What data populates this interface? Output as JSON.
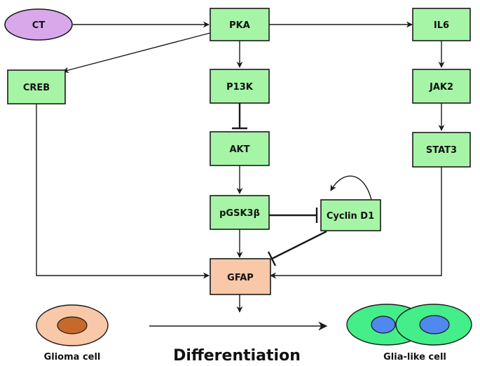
{
  "nodes": {
    "ct": "CT",
    "pka": "PKA",
    "il6": "IL6",
    "creb": "CREB",
    "p13k": "P13K",
    "jak2": "JAK2",
    "akt": "AKT",
    "stat3": "STAT3",
    "pgsk3b": "pGSK3β",
    "cyclin_d1": "Cyclin D1",
    "gfap": "GFAP"
  },
  "cells": {
    "glioma_label": "Glioma cell",
    "glia_like_label": "Glia-like cell"
  },
  "process_label": "Differentiation",
  "colors": {
    "node_fill": "#a6f5a6",
    "ct_fill": "#d9a8ea",
    "gfap_fill": "#f8c8a8",
    "glioma_outer": "#f8c8a8",
    "glioma_nucleus": "#c56a2a",
    "glia_outer": "#44ee88",
    "glia_nucleus": "#4f88ee"
  }
}
